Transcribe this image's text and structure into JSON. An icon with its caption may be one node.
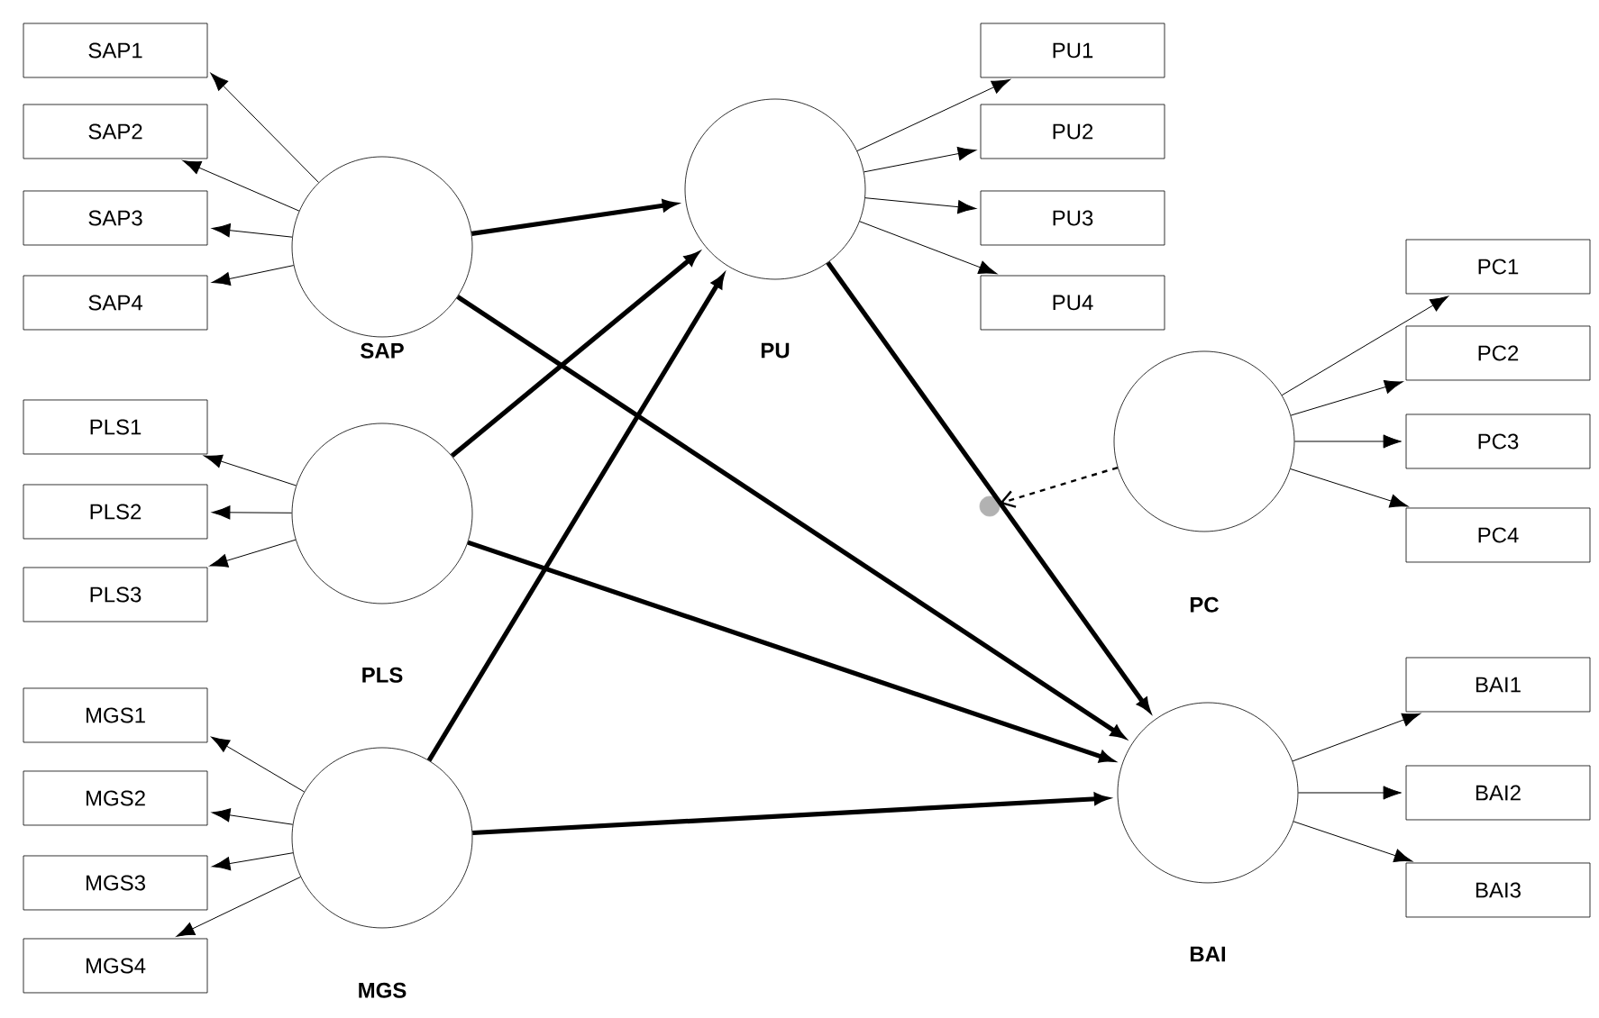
{
  "diagram": {
    "nodes": [
      {
        "text": [
          "SAP1"
        ]
      },
      {
        "text": [
          "SAP2"
        ]
      },
      {
        "text": [
          "SAP3"
        ]
      },
      {
        "text": [
          "SAP4"
        ]
      },
      {
        "text": [
          "SAP"
        ]
      },
      {
        "text": [
          "PU"
        ]
      },
      {
        "text": [
          "PU1"
        ]
      },
      {
        "text": [
          "PU2"
        ]
      },
      {
        "text": [
          "PU3"
        ]
      },
      {
        "text": [
          "PU4"
        ]
      },
      {
        "text": [
          "PLS1"
        ]
      },
      {
        "text": [
          "PLS2"
        ]
      },
      {
        "text": [
          "PLS3"
        ]
      },
      {
        "text": [
          "PLS"
        ]
      },
      {
        "text": [
          "PC"
        ]
      },
      {
        "text": [
          "PC1"
        ]
      },
      {
        "text": [
          "PC2"
        ]
      },
      {
        "text": [
          "PC3"
        ]
      },
      {
        "text": [
          "PC4"
        ]
      },
      {
        "text": [],
        "shape": "circle"
      },
      {
        "text": [
          "MGS1"
        ]
      },
      {
        "text": [
          "MGS2"
        ]
      },
      {
        "text": [
          "MGS3"
        ]
      },
      {
        "text": [
          "MGS4"
        ]
      },
      {
        "text": [
          "MGS"
        ]
      },
      {
        "text": [
          "BAI"
        ]
      },
      {
        "text": [
          "BAI1"
        ]
      },
      {
        "text": [
          "BAI2"
        ]
      },
      {
        "text": [
          "BAI3"
        ]
      }
    ],
    "edges": [
      {
        "from": 4,
        "to": 0,
        "arrow": "to"
      },
      {
        "from": 4,
        "to": 1,
        "arrow": "to"
      },
      {
        "from": 4,
        "to": 2,
        "arrow": "to"
      },
      {
        "from": 4,
        "to": 3,
        "arrow": "to"
      },
      {
        "from": 5,
        "to": 6,
        "arrow": "to"
      },
      {
        "from": 5,
        "to": 7,
        "arrow": "to"
      },
      {
        "from": 5,
        "to": 8,
        "arrow": "to"
      },
      {
        "from": 5,
        "to": 9,
        "arrow": "to"
      },
      {
        "from": 13,
        "to": 10,
        "arrow": "to"
      },
      {
        "from": 13,
        "to": 11,
        "arrow": "to"
      },
      {
        "from": 13,
        "to": 12,
        "arrow": "to"
      },
      {
        "from": 14,
        "to": 15,
        "arrow": "to"
      },
      {
        "from": 14,
        "to": 16,
        "arrow": "to"
      },
      {
        "from": 14,
        "to": 17,
        "arrow": "to"
      },
      {
        "from": 14,
        "to": 18,
        "arrow": "to"
      },
      {
        "from": 24,
        "to": 20,
        "arrow": "to"
      },
      {
        "from": 24,
        "to": 21,
        "arrow": "to"
      },
      {
        "from": 24,
        "to": 22,
        "arrow": "to"
      },
      {
        "from": 24,
        "to": 23,
        "arrow": "to"
      },
      {
        "from": 25,
        "to": 26,
        "arrow": "to"
      },
      {
        "from": 25,
        "to": 27,
        "arrow": "to"
      },
      {
        "from": 25,
        "to": 28,
        "arrow": "to"
      },
      {
        "from": 4,
        "to": 5,
        "arrow": "to",
        "style": "thick"
      },
      {
        "from": 4,
        "to": 25,
        "arrow": "to",
        "style": "thick"
      },
      {
        "from": 13,
        "to": 5,
        "arrow": "to",
        "style": "thick"
      },
      {
        "from": 13,
        "to": 25,
        "arrow": "to",
        "style": "thick"
      },
      {
        "from": 24,
        "to": 5,
        "arrow": "to",
        "style": "thick"
      },
      {
        "from": 24,
        "to": 25,
        "arrow": "to",
        "style": "thick"
      },
      {
        "from": 5,
        "to": 25,
        "arrow": "to",
        "style": "thick"
      },
      {
        "from": 14,
        "to": 19,
        "arrow": "to",
        "style": "dashed"
      }
    ]
  }
}
